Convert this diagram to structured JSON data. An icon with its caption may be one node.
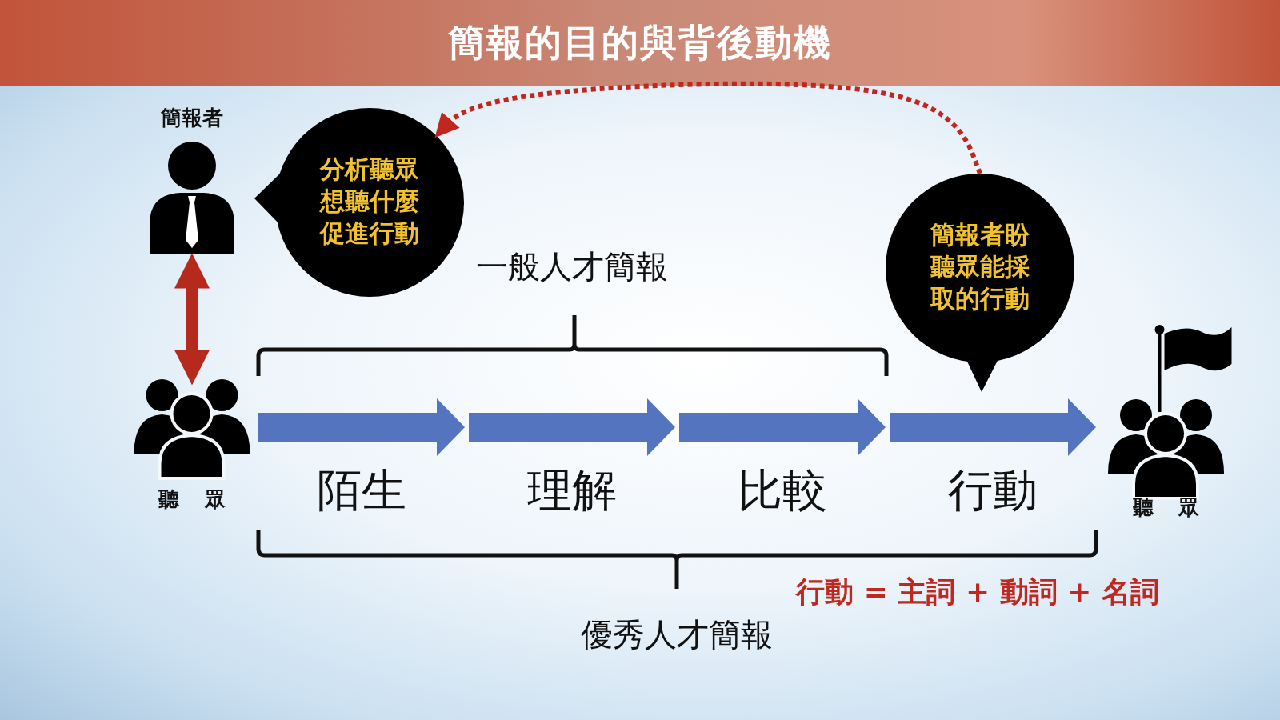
{
  "diagram": {
    "title": "簡報的目的與背後動機",
    "nodes": [
      {
        "text": [
          "簡報者"
        ]
      },
      {
        "text": [
          "分析聽眾想聽什麼促進行動"
        ]
      },
      {
        "text": [
          "聽眾"
        ]
      },
      {
        "text": [
          "陌生"
        ]
      },
      {
        "text": [
          "理解"
        ]
      },
      {
        "text": [
          "比較"
        ]
      },
      {
        "text": [
          "行動"
        ]
      },
      {
        "text": [
          "簡報者盼聽眾能採取的行動"
        ]
      },
      {
        "text": [
          "聽眾"
        ]
      }
    ],
    "edges": [
      {
        "from": 0,
        "to": 2,
        "arrow": "both",
        "style": "thick",
        "color": "#b52a1c"
      },
      {
        "from": 7,
        "to": 1,
        "arrow": "to",
        "style": "dashed",
        "color": "#c0271e"
      }
    ],
    "labels": [
      "一般人才簡報",
      "行動 = 主詞 + 動詞 + 名詞",
      "優秀人才簡報"
    ]
  }
}
